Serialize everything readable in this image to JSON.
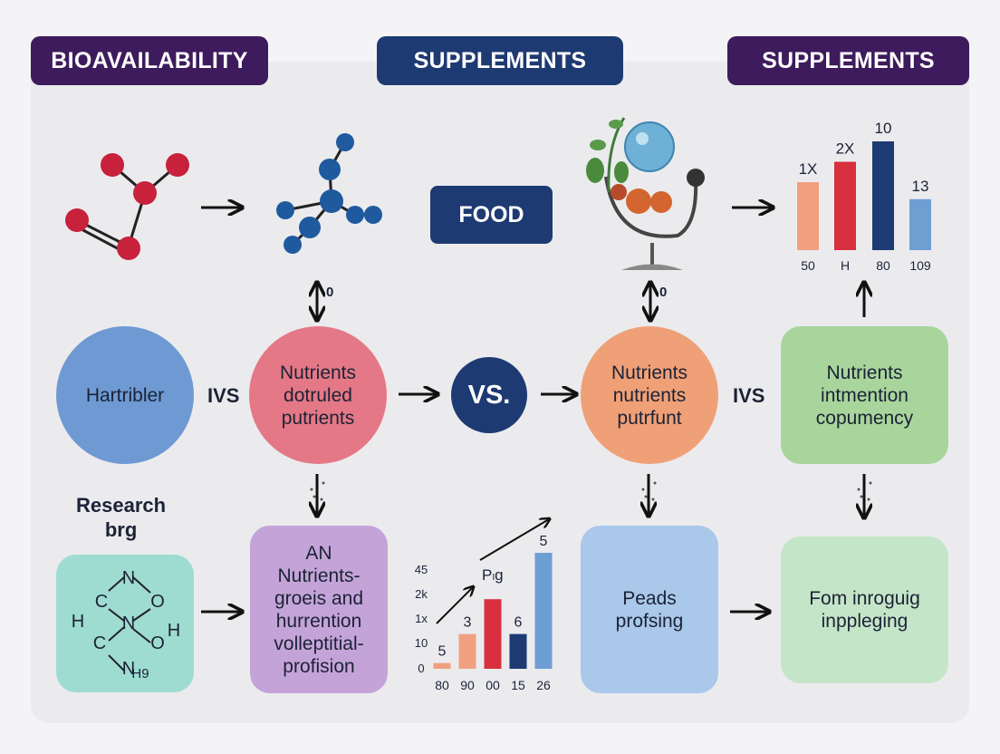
{
  "headers": {
    "left": "BIOAVAILABILITY",
    "center": "SUPPLEMENTS",
    "right": "SUPPLEMENTS"
  },
  "food_label": "FOOD",
  "labels": {
    "arrow_label_left": "0",
    "arrow_label_right": "0",
    "ivs_left": "IVS",
    "ivs_right": "IVS",
    "vs": "VS."
  },
  "circles": {
    "blue": "Hartribler",
    "pink": "Nutrients\ndotruled\nputrients",
    "orange": "Nutrients\nnutrients\nputrfunt"
  },
  "boxes": {
    "green_top": "Nutrients\nintmention\ncopumency",
    "purple": "AN\nNutrients-\ngroeis and\nhurrention\nvolleptitial-\nprofision",
    "blue": "Peads\nprofsing",
    "green_bottom": "Fom inroguig\ninppleging"
  },
  "research": {
    "title": "Research\nbrg"
  },
  "molecule_atoms": [
    "N",
    "C",
    "O",
    "H",
    "N",
    "H",
    "C",
    "O",
    "N",
    "H9"
  ],
  "chart_top": {
    "type": "bar",
    "categories": [
      "50",
      "H",
      "80",
      "109"
    ],
    "values": [
      1,
      1.3,
      1.6,
      0.75
    ],
    "data_labels": [
      "1X",
      "2X",
      "10",
      "13"
    ],
    "colors": [
      "#f0a080",
      "#d8303e",
      "#1e3a72",
      "#6f9ed3"
    ]
  },
  "chart_data": {
    "type": "bar",
    "categories": [
      "80",
      "90",
      "00",
      "15",
      "26"
    ],
    "values": [
      0.5,
      3,
      6,
      3,
      10
    ],
    "data_labels": [
      "5",
      "3",
      "",
      "6",
      "5"
    ],
    "y_ticks": [
      "45",
      "2k",
      "1x",
      "10",
      "0"
    ],
    "annotation": "Pₗg",
    "colors": [
      "#f0a080",
      "#f0a080",
      "#d8303e",
      "#1e3a72",
      "#6f9ed3"
    ]
  }
}
